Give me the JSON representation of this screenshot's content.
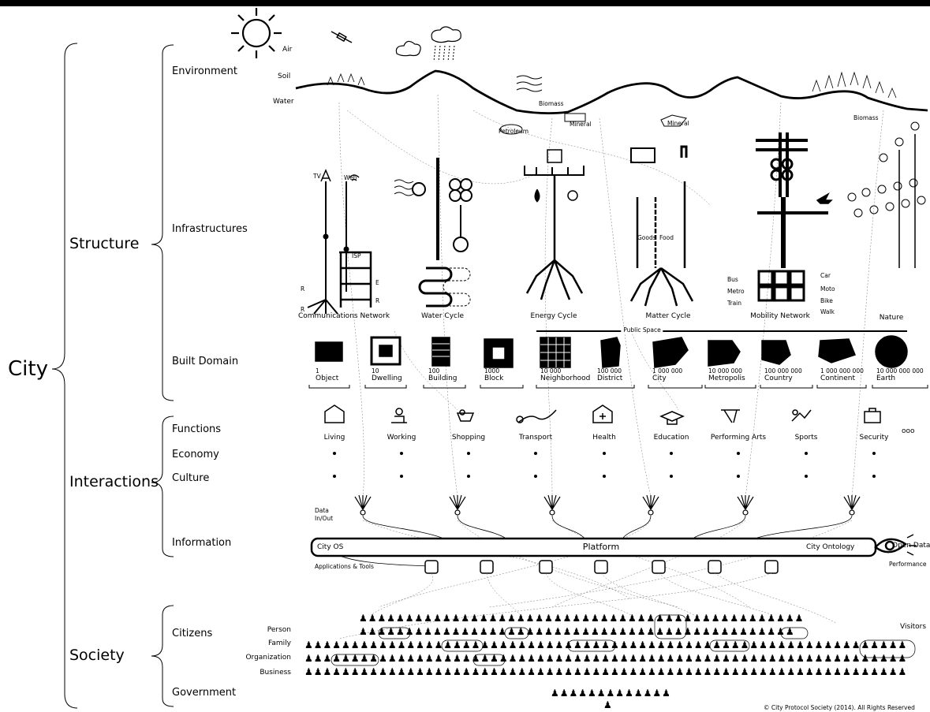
{
  "tree": {
    "root": "City",
    "groups": [
      "Structure",
      "Interactions",
      "Society"
    ],
    "structure": [
      "Environment",
      "Infrastructures",
      "Built Domain"
    ],
    "interactions": [
      "Functions",
      "Economy",
      "Culture",
      "Information"
    ],
    "society": [
      "Citizens",
      "Government"
    ]
  },
  "environment": {
    "elements": [
      "Air",
      "Soil",
      "Water"
    ],
    "resources": [
      "Biomass",
      "Mineral",
      "Petroleum",
      "Mineral",
      "Biomass"
    ]
  },
  "infrastructure": {
    "communications": {
      "label": "Communications Network",
      "tv": "TV",
      "web": "Web",
      "isp": "ISP",
      "letters": [
        "R",
        "E",
        "R",
        "R"
      ]
    },
    "water": {
      "label": "Water Cycle"
    },
    "energy": {
      "label": "Energy Cycle"
    },
    "matter": {
      "label": "Matter Cycle",
      "goods": "Goods",
      "food": "Food"
    },
    "mobility": {
      "label": "Mobility Network",
      "modes_left": [
        "Bus",
        "Metro",
        "Train"
      ],
      "modes_right": [
        "Car",
        "Moto",
        "Bike",
        "Walk"
      ]
    },
    "nature": {
      "label": "Nature"
    }
  },
  "built_domain": {
    "public_space": "Public Space",
    "scales": [
      {
        "count": "1",
        "name": "Object"
      },
      {
        "count": "10",
        "name": "Dwelling"
      },
      {
        "count": "100",
        "name": "Building"
      },
      {
        "count": "1000",
        "name": "Block"
      },
      {
        "count": "10 000",
        "name": "Neighborhood"
      },
      {
        "count": "100 000",
        "name": "District"
      },
      {
        "count": "1 000 000",
        "name": "City"
      },
      {
        "count": "10 000 000",
        "name": "Metropolis"
      },
      {
        "count": "100 000 000",
        "name": "Country"
      },
      {
        "count": "1 000 000 000",
        "name": "Continent"
      },
      {
        "count": "10 000 000 000",
        "name": "Earth"
      }
    ]
  },
  "functions": {
    "items": [
      "Living",
      "Working",
      "Shopping",
      "Transport",
      "Health",
      "Education",
      "Performing Arts",
      "Sports",
      "Security"
    ],
    "more": "ooo"
  },
  "information": {
    "data_io": [
      "Data",
      "In/Out"
    ],
    "city_os": "City OS",
    "platform": "Platform",
    "ontology": "City Ontology",
    "open_data": "Open Data",
    "performance": "Performance",
    "apps": "Applications & Tools"
  },
  "society": {
    "rows": [
      "Person",
      "Family",
      "Organization",
      "Business"
    ],
    "visitors": "Visitors"
  },
  "copyright": "© City Protocol Society (2014). All Rights Reserved"
}
